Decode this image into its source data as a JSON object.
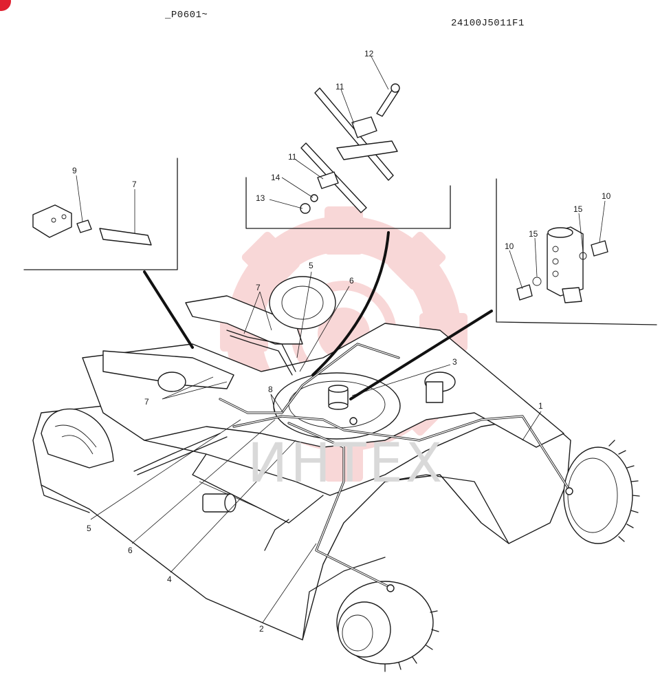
{
  "header": {
    "left_code": "_P0601~",
    "right_code": "24100J5011F1"
  },
  "watermark": {
    "text": "ИНТЕХ",
    "color": "#f4b8b8"
  },
  "part_labels": {
    "p1": "1",
    "p2": "2",
    "p3": "3",
    "p4": "4",
    "p5a": "5",
    "p5b": "5",
    "p6a": "6",
    "p6b": "6",
    "p7a": "7",
    "p7b": "7",
    "p7c": "7",
    "p8": "8",
    "p9": "9",
    "p10a": "10",
    "p10b": "10",
    "p11a": "11",
    "p11b": "11",
    "p12": "12",
    "p13": "13",
    "p14": "14",
    "p15a": "15",
    "p15b": "15"
  },
  "badge": {
    "color": "#e02030"
  }
}
